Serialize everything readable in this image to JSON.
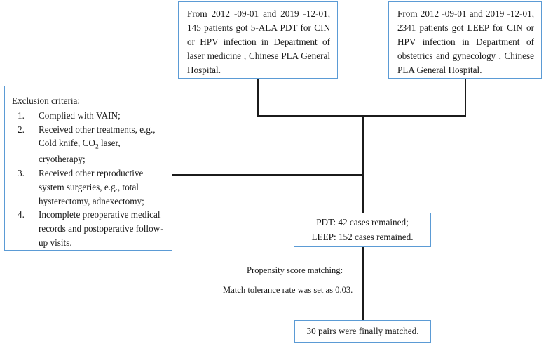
{
  "diagram": {
    "title": "Patient selection and propensity score matching flowchart",
    "accent_color": "#5b9bd5",
    "line_color": "#1b1b1b",
    "background": "#ffffff"
  },
  "boxes": {
    "pdt_source": {
      "text": "From 2012 -09-01 and 2019 -12-01, 145 patients got 5-ALA PDT for CIN or HPV  infection  in  Department  of laser medicine   ,    Chinese PLA General Hospital."
    },
    "leep_source": {
      "text": "From 2012 -09-01 and 2019 -12-01, 2341 patients  got  LEEP  for CIN  or HPV infection    in  Department of obstetrics and gynecology , Chinese PLA General Hospital."
    },
    "exclusion": {
      "title": "Exclusion criteria:",
      "items": [
        {
          "num": "1.",
          "text": "Complied with VAIN;"
        },
        {
          "num": "2.",
          "text": "Received other treatments, e.g., Cold knife, CO2 laser, cryotherapy;",
          "has_subscript": true,
          "part_a": "Received other treatments, e.g., Cold knife, CO",
          "sub": "2",
          "part_b": " laser, cryotherapy;"
        },
        {
          "num": "3.",
          "text": "Received other reproductive system surgeries, e.g., total hysterectomy, adnexectomy;"
        },
        {
          "num": "4.",
          "text": "Incomplete preoperative medical records and postoperative follow-up visits."
        }
      ]
    },
    "remaining": {
      "line1": "PDT: 42 cases remained;",
      "line2": "LEEP: 152 cases remained."
    },
    "final": {
      "text": "30 pairs were finally matched."
    }
  },
  "annotations": {
    "propensity_label": "Propensity score matching:",
    "tolerance_label": "Match tolerance rate was set as 0.03."
  }
}
